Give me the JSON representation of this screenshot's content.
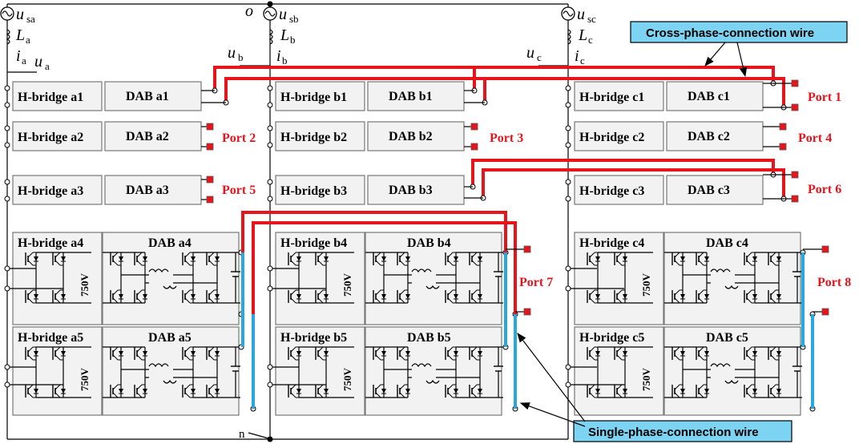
{
  "sources": {
    "a": {
      "u_sym": "u",
      "u_sub": "sa",
      "L_sym": "L",
      "L_sub": "a",
      "i_sym": "i",
      "i_sub": "a",
      "ua_sym": "u",
      "ua_sub": "a"
    },
    "b": {
      "u_sym": "u",
      "u_sub": "sb",
      "L_sym": "L",
      "L_sub": "b",
      "i_sym": "i",
      "i_sub": "b",
      "ub_sym": "u",
      "ub_sub": "b"
    },
    "c": {
      "u_sym": "u",
      "u_sub": "sc",
      "L_sym": "L",
      "L_sub": "c",
      "i_sym": "i",
      "i_sub": "c",
      "uc_sym": "u",
      "uc_sub": "c"
    },
    "neutral_top": "o",
    "neutral_bottom": "n"
  },
  "phase_a": {
    "hb": [
      "H-bridge a1",
      "H-bridge a2",
      "H-bridge a3",
      "H-bridge a4",
      "H-bridge a5"
    ],
    "dab": [
      "DAB a1",
      "DAB a2",
      "DAB a3",
      "DAB a4",
      "DAB a5"
    ]
  },
  "phase_b": {
    "hb": [
      "H-bridge b1",
      "H-bridge b2",
      "H-bridge b3",
      "H-bridge b4",
      "H-bridge b5"
    ],
    "dab": [
      "DAB b1",
      "DAB b2",
      "DAB b3",
      "DAB b4",
      "DAB b5"
    ]
  },
  "phase_c": {
    "hb": [
      "H-bridge c1",
      "H-bridge c2",
      "H-bridge c3",
      "H-bridge c4",
      "H-bridge c5"
    ],
    "dab": [
      "DAB c1",
      "DAB c2",
      "DAB c3",
      "DAB c4",
      "DAB c5"
    ]
  },
  "ports": [
    "Port 1",
    "Port 2",
    "Port 3",
    "Port 4",
    "Port 5",
    "Port 6",
    "Port 7",
    "Port 8"
  ],
  "voltage_label": "750V",
  "plus_sign": "+",
  "callouts": {
    "cross": "Cross-phase-connection wire",
    "single": "Single-phase-connection wire"
  },
  "colors": {
    "cross_wire": "#e8141b",
    "single_wire": "#29a8e0",
    "callout_bg": "#7dd3f2",
    "port_text": "#e8141b"
  }
}
